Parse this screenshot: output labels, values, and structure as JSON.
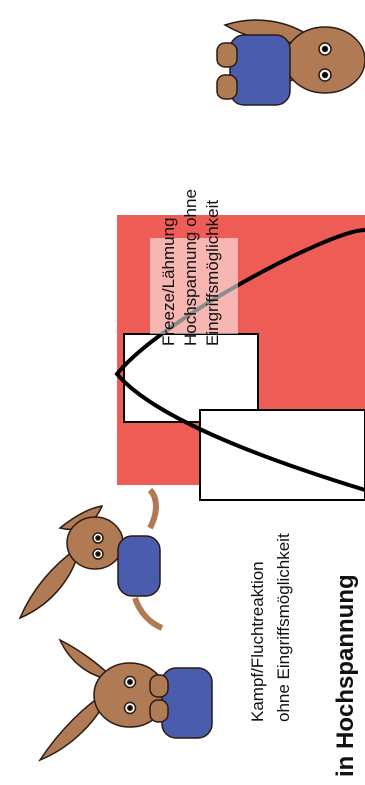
{
  "heading": "in Hochspannung",
  "zones": {
    "freeze_label_lines": [
      "Freeze/Lähmung",
      "Hochspannung ohne",
      "Eingriffsmöglichkeit"
    ],
    "fight_flight_label_lines": [
      "Kampf/Fluchtreaktion",
      "ohne Eingriffsmöglichkeit"
    ]
  },
  "colors": {
    "zone_fill": "#ee5d55",
    "curve": "#000000",
    "rabbit_fur": "#b07a55",
    "rabbit_overall": "#4a5cae"
  },
  "icons": [
    "rabbit-standing-icon",
    "rabbit-fleeing-icon",
    "rabbit-anxious-icon"
  ]
}
